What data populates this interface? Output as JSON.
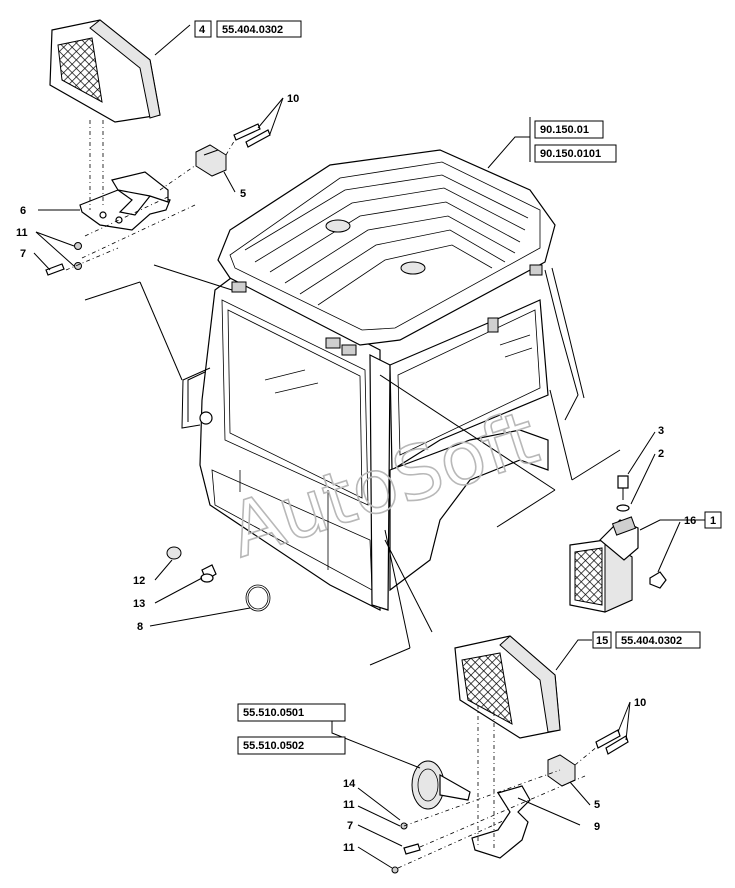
{
  "watermark": "AutoSoft",
  "references": {
    "top_lamp_index": "4",
    "top_lamp_ref": "55.404.0302",
    "cab_ref_1": "90.150.01",
    "cab_ref_2": "90.150.0101",
    "side_lamp_index": "1",
    "bottom_lamp_index": "15",
    "bottom_lamp_ref": "55.404.0302",
    "horn_ref_1": "55.510.0501",
    "horn_ref_2": "55.510.0502"
  },
  "callouts": {
    "c10_top": "10",
    "c5_top": "5",
    "c6": "6",
    "c11_top": "11",
    "c7_top": "7",
    "c3": "3",
    "c2": "2",
    "c16": "16",
    "c12": "12",
    "c13": "13",
    "c8": "8",
    "c10_bottom": "10",
    "c5_bottom": "5",
    "c14": "14",
    "c11_mid": "11",
    "c7_bottom": "7",
    "c9": "9",
    "c11_bottom": "11"
  }
}
